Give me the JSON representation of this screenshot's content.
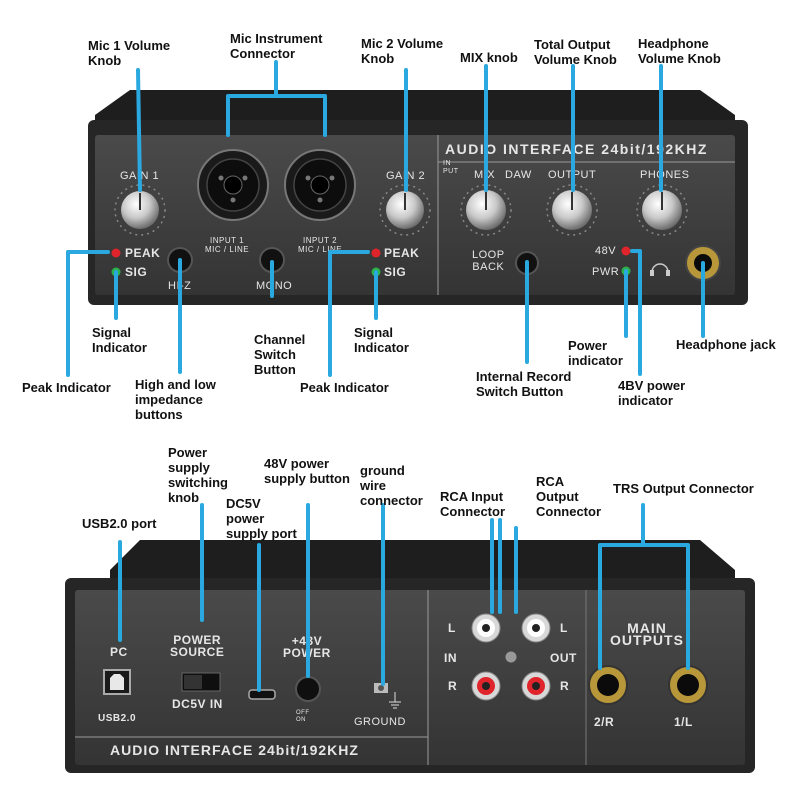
{
  "labels": {
    "mic1_volume": [
      "Mic 1 Volume",
      "Knob"
    ],
    "mic_instrument": [
      "Mic Instrument",
      "Connector"
    ],
    "mic2_volume": [
      "Mic 2 Volume",
      "Knob"
    ],
    "mix_knob": "MIX knob",
    "total_output": [
      "Total Output",
      "Volume Knob"
    ],
    "headphone_volume": [
      "Headphone",
      "Volume Knob"
    ],
    "signal_left": [
      "Signal",
      "Indicator"
    ],
    "peak_left": "Peak Indicator",
    "impedance": [
      "High and low",
      "impedance",
      "buttons"
    ],
    "channel_switch": [
      "Channel",
      "Switch",
      "Button"
    ],
    "peak_right": "Peak Indicator",
    "signal_right": [
      "Signal",
      "Indicator"
    ],
    "internal_record": [
      "Internal Record",
      "Switch Button"
    ],
    "power_indicator": [
      "Power",
      "indicator"
    ],
    "bv48": [
      "4BV power",
      "indicator"
    ],
    "headphone_jack": "Headphone jack",
    "usb_port": "USB2.0 port",
    "power_switch": [
      "Power",
      "supply",
      "switching",
      "knob"
    ],
    "dc5v": [
      "DC5V",
      "power",
      "supply port"
    ],
    "p48v_button": [
      "48V power",
      "supply button"
    ],
    "ground_wire": [
      "ground",
      "wire",
      "connector"
    ],
    "rca_input": [
      "RCA Input",
      "Connector"
    ],
    "rca_output": [
      "RCA",
      "Output",
      "Connector"
    ],
    "trs_output": "TRS Output Connector"
  },
  "front": {
    "title": "AUDIO INTERFACE 24bit/192KHZ",
    "gain1": "GAIN 1",
    "gain2": "GAIN 2",
    "peak1": "PEAK",
    "sig1": "SIG",
    "peak2": "PEAK",
    "sig2": "SIG",
    "input1": [
      "INPUT 1",
      "MIC / LINE"
    ],
    "input2": [
      "INPUT 2",
      "MIC / LINE"
    ],
    "hiz": "HI-Z",
    "mono": "MONO",
    "in_put": [
      "IN",
      "PUT"
    ],
    "mix": "MIX",
    "daw": "DAW",
    "output": "OUTPUT",
    "phones": "PHONES",
    "loop_back": [
      "LOOP",
      "BACK"
    ],
    "v48": "48V",
    "pwr": "PWR"
  },
  "back": {
    "pc": "PC",
    "usb": "USB2.0",
    "power_source": [
      "POWER",
      "SOURCE"
    ],
    "dc5v_in": "DC5V IN",
    "p48v": [
      "+48V",
      "POWER"
    ],
    "off": "OFF",
    "on": "ON",
    "ground": "GROUND",
    "rca_l1": "L",
    "rca_in": "IN",
    "rca_r1": "R",
    "rca_l2": "L",
    "rca_out": "OUT",
    "rca_r2": "R",
    "main_outputs": [
      "MAIN",
      "OUTPUTS"
    ],
    "out_2r": "2/R",
    "out_1l": "1/L",
    "title": "AUDIO INTERFACE 24bit/192KHZ"
  },
  "colors": {
    "leader": "#2aa9e0",
    "panel": "#3d3d3d",
    "chassis": "#2a2a2a",
    "led_red": "#e0242b",
    "led_green": "#2bb24c"
  }
}
